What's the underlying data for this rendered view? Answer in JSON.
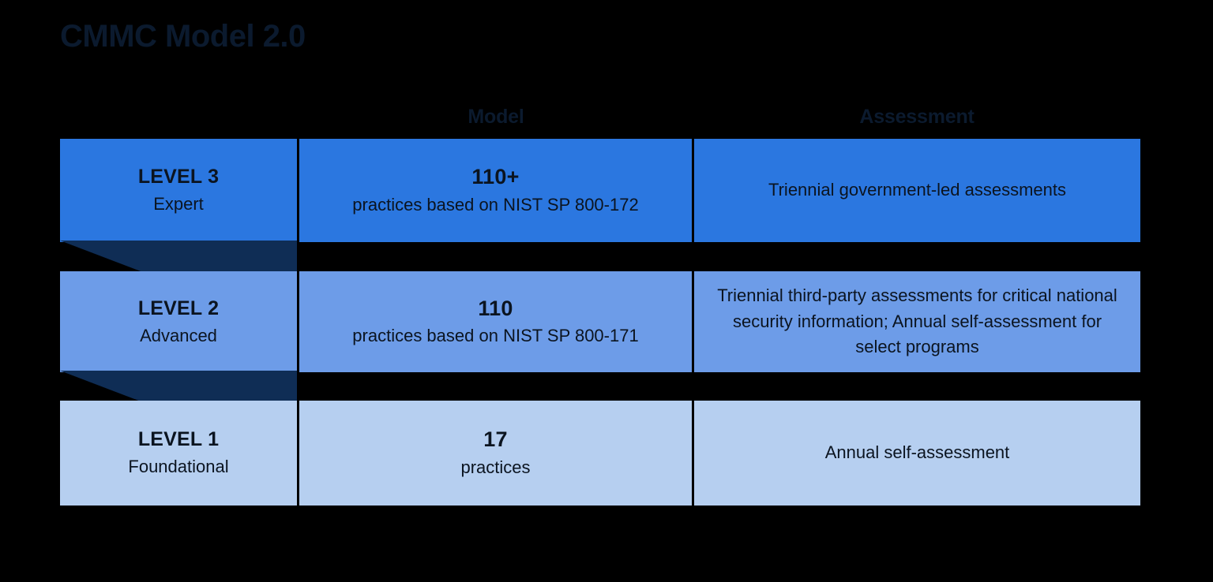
{
  "page": {
    "title": "CMMC Model 2.0",
    "background_color": "#000000",
    "title_color": "#0B1A2E"
  },
  "columns": {
    "level_header": "",
    "model_header": "Model",
    "assessment_header": "Assessment"
  },
  "colors": {
    "tier3": "#2b77e0",
    "tier2": "#6d9ce8",
    "tier1": "#b6cff0",
    "connector": "#0F2D55",
    "text": "#0B1420"
  },
  "levels": [
    {
      "id": "level-3",
      "name": "LEVEL 3",
      "subtitle": "Expert",
      "model_count": "110+",
      "model_description": "practices based on NIST SP 800-172",
      "assessment": "Triennial government-led assessments",
      "tier_color": "#2b77e0"
    },
    {
      "id": "level-2",
      "name": "LEVEL 2",
      "subtitle": "Advanced",
      "model_count": "110",
      "model_description": "practices based on NIST SP 800-171",
      "assessment": "Triennial third-party assessments for critical national security information; Annual self-assessment for select programs",
      "tier_color": "#6d9ce8"
    },
    {
      "id": "level-1",
      "name": "LEVEL 1",
      "subtitle": "Foundational",
      "model_count": "17",
      "model_description": "practices",
      "assessment": "Annual self-assessment",
      "tier_color": "#b6cff0"
    }
  ]
}
